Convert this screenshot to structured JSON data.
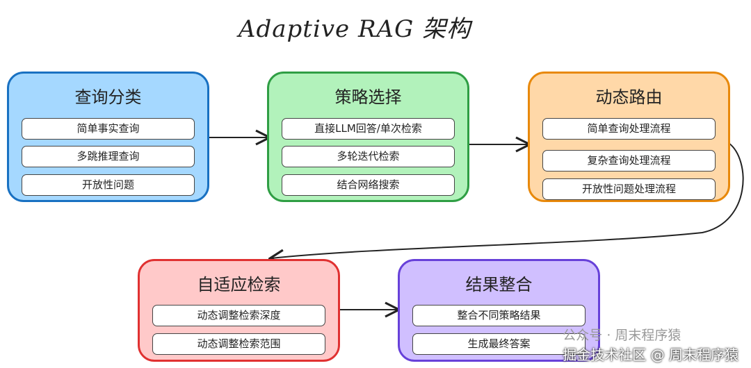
{
  "title": "Adaptive RAG 架构",
  "boxes": {
    "classify": {
      "title": "查询分类",
      "items": [
        "简单事实查询",
        "多跳推理查询",
        "开放性问题"
      ]
    },
    "strategy": {
      "title": "策略选择",
      "items": [
        "直接LLM回答/单次检索",
        "多轮迭代检索",
        "结合网络搜索"
      ]
    },
    "routing": {
      "title": "动态路由",
      "items": [
        "简单查询处理流程",
        "复杂查询处理流程",
        "开放性问题处理流程"
      ]
    },
    "adaptive": {
      "title": "自适应检索",
      "items": [
        "动态调整检索深度",
        "动态调整检索范围"
      ]
    },
    "integrate": {
      "title": "结果整合",
      "items": [
        "整合不同策略结果",
        "生成最终答案"
      ]
    }
  },
  "watermark": {
    "line1": "公众号 · 周末程序猿",
    "line2": "掘金技术社区 @ 周末程序猿"
  },
  "colors": {
    "blue": "#a5d8ff",
    "green": "#b2f2bb",
    "orange": "#ffd8a8",
    "red": "#ffc9c9",
    "purple": "#d0bfff"
  }
}
